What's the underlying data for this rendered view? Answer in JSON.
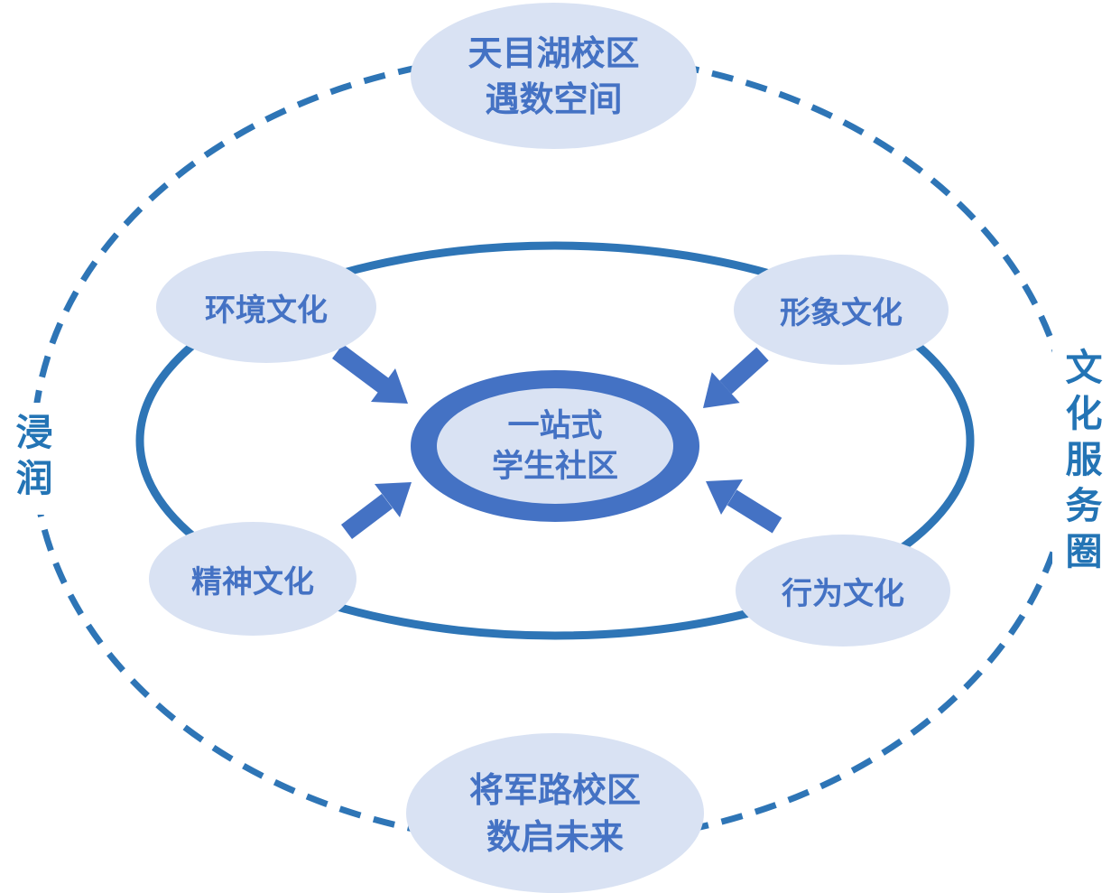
{
  "colors": {
    "background": "#ffffff",
    "node-fill": "#d9e2f3",
    "node-text": "#4472c4",
    "center-ring": "#4472c4",
    "arrow": "#4472c4",
    "ring-solid": "#2e75b6",
    "ring-dashed": "#2e75b6",
    "side-text": "#2374b5"
  },
  "nodes": {
    "top_campus": {
      "line1": "天目湖校区",
      "line2": "遇数空间"
    },
    "bottom_campus": {
      "line1": "将军路校区",
      "line2": "数启未来"
    },
    "center": {
      "line1": "一站式",
      "line2": "学生社区"
    },
    "env": {
      "label": "环境文化"
    },
    "image": {
      "label": "形象文化"
    },
    "spirit": {
      "label": "精神文化"
    },
    "behavior": {
      "label": "行为文化"
    }
  },
  "side_labels": {
    "left": "浸润",
    "right": "文化服务圈"
  }
}
